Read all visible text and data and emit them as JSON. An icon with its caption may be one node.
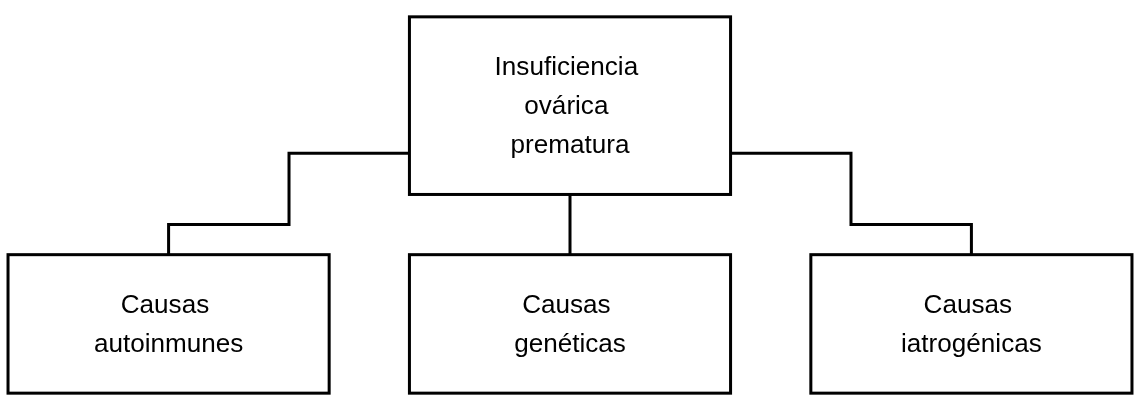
{
  "diagram": {
    "nodes": [
      {
        "text": [
          "Insuficiencia ovárica prematura"
        ]
      },
      {
        "text": [
          "Causas autoinmunes"
        ]
      },
      {
        "text": [
          "Causas genéticas"
        ]
      },
      {
        "text": [
          "Causas iatrogénicas"
        ]
      }
    ],
    "edges": [
      {
        "from": 0,
        "to": 1,
        "arrow": "none"
      },
      {
        "from": 0,
        "to": 2,
        "arrow": "none"
      },
      {
        "from": 0,
        "to": 3,
        "arrow": "none"
      }
    ]
  }
}
